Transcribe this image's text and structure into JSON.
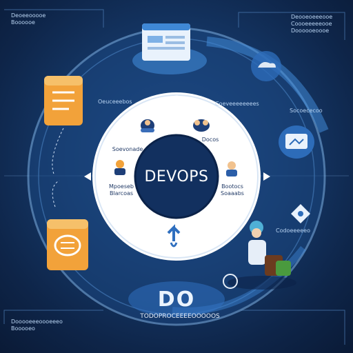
{
  "hub": {
    "title": "DEVOPS"
  },
  "ring_labels": {
    "top_left": "Soevonade",
    "top_right": "Docos",
    "left": "Mpoeseb\nBlarcoas",
    "right": "Bootocs\nSoaaabs"
  },
  "outer_labels": {
    "top_left_note": "Oeuceeebos",
    "top_right_note": "Coeveeeeeeees",
    "right_note": "Socoececoo",
    "bottom_right_note": "Codoeeeeeo",
    "top_corner_left": "Deoeeooooe\nBoooooe",
    "top_corner_right": "Deooeoeeeooe\nCoooeeeeeooe\nDoooooeoooe"
  },
  "brand": {
    "logo_text": "DO",
    "caption": "TODOPROCEEEEOOOOOS"
  },
  "footer": {
    "left_note": "Dooooeeeoooeeeo\nBooooeo"
  },
  "colors": {
    "background": "#163a6b",
    "ring": "#ffffff",
    "hub": "#12305f",
    "accent_orange": "#f2a23a",
    "accent_blue": "#3f88d6"
  }
}
